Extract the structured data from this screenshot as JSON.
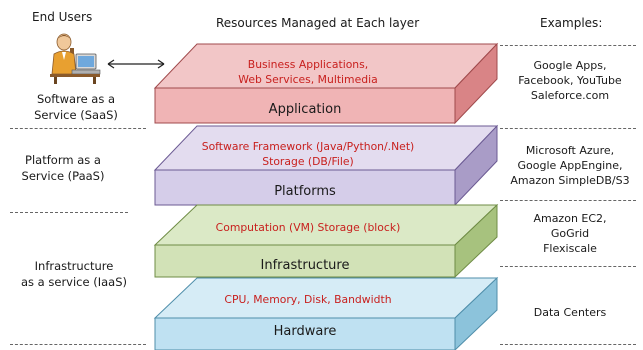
{
  "headers": {
    "end_users": "End Users",
    "resources": "Resources Managed at Each layer",
    "examples": "Examples:"
  },
  "service_models": {
    "saas": [
      "Software as a",
      "Service (SaaS)"
    ],
    "paas": [
      "Platform as a",
      "Service (PaaS)"
    ],
    "iaas": [
      "Infrastructure",
      "as a service (IaaS)"
    ]
  },
  "layers": [
    {
      "name": "Application",
      "resources": [
        "Business Applications,",
        "Web Services,  Multimedia"
      ],
      "top": "#f2c6c7",
      "front": "#f0b4b5",
      "side": "#d98486",
      "edge": "#a04a4c"
    },
    {
      "name": "Platforms",
      "resources": [
        "Software Framework (Java/Python/.Net)",
        "Storage (DB/File)"
      ],
      "top": "#e3dcef",
      "front": "#d5cde9",
      "side": "#a99cc7",
      "edge": "#6b5a93"
    },
    {
      "name": "Infrastructure",
      "resources": [
        "Computation (VM)  Storage (block)"
      ],
      "top": "#dbe9c6",
      "front": "#d2e2b7",
      "side": "#a7c27e",
      "edge": "#6f8c45"
    },
    {
      "name": "Hardware",
      "resources": [
        "CPU, Memory, Disk, Bandwidth"
      ],
      "top": "#d6ecf6",
      "front": "#bfe1f2",
      "side": "#8cc3db",
      "edge": "#4f8eaa"
    }
  ],
  "examples": {
    "application": [
      "Google Apps,",
      "Facebook, YouTube",
      "Saleforce.com"
    ],
    "platforms": [
      "Microsoft Azure,",
      "Google AppEngine,",
      "Amazon SimpleDB/S3"
    ],
    "infrastructure": [
      "Amazon EC2,",
      "GoGrid",
      "Flexiscale"
    ],
    "hardware": [
      "Data Centers"
    ]
  },
  "icons": {
    "user": "person-at-computer-icon",
    "arrow": "double-arrow-icon"
  }
}
